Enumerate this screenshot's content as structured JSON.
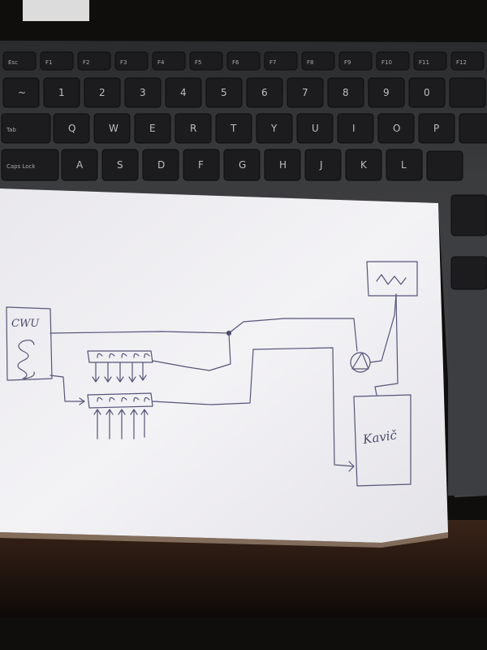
{
  "keyboard": {
    "row_fn": [
      "Esc",
      "F1",
      "F2",
      "F3",
      "F4",
      "F5",
      "F6",
      "F7",
      "F8",
      "F9",
      "F10",
      "F11",
      "F12"
    ],
    "row_num": [
      "~",
      "1",
      "2",
      "3",
      "4",
      "5",
      "6",
      "7",
      "8",
      "9",
      "0"
    ],
    "row_num_top": [
      "`",
      "!",
      "@",
      "#",
      "$",
      "%",
      "^",
      "&",
      "*",
      "(",
      ")"
    ],
    "row_q": [
      "Tab",
      "Q",
      "W",
      "E",
      "R",
      "T",
      "Y",
      "U",
      "I",
      "O",
      "P"
    ],
    "row_a": [
      "Caps Lock",
      "A",
      "S",
      "D",
      "F",
      "G",
      "H",
      "J",
      "K",
      "L"
    ],
    "colors": {
      "key": "#1c1c1e",
      "deck": "#3a3b3d",
      "label": "#bdbdbd"
    }
  },
  "sketch": {
    "label_left_box": "CWU",
    "label_tank": "Kavič",
    "ink_color": "#55557a",
    "paper_color": "#f1f0f3"
  }
}
